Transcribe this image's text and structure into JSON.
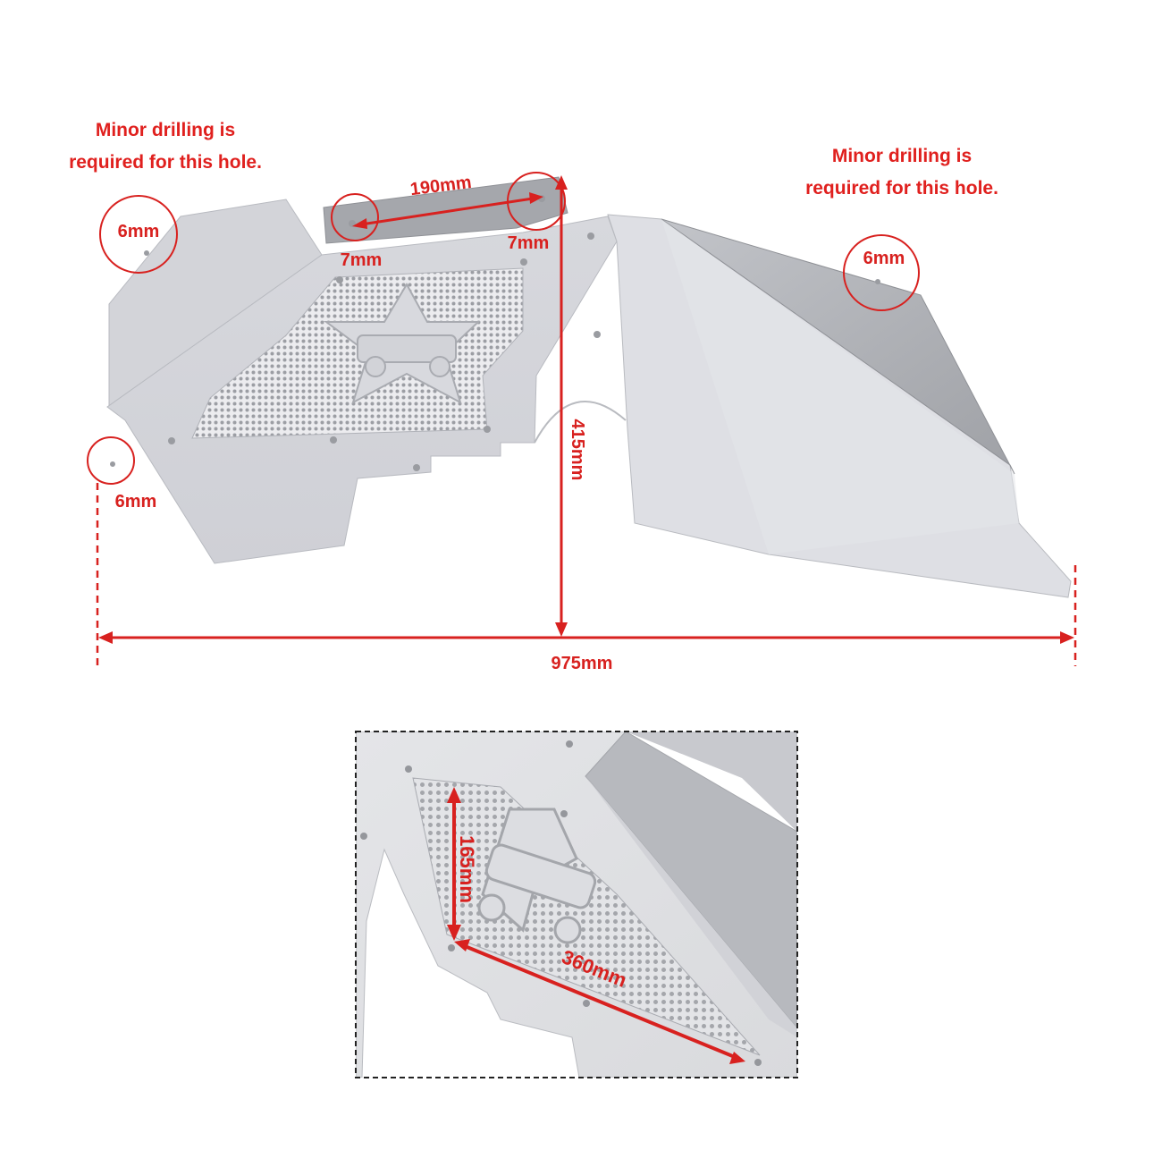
{
  "notes": {
    "left_line1": "Minor drilling is",
    "left_line2": "required for this hole.",
    "right_line1": "Minor drilling is",
    "right_line2": "required for this hole."
  },
  "dimensions": {
    "hole_top_left": "6mm",
    "hole_bottom_left": "6mm",
    "hole_right": "6mm",
    "bracket_width": "190mm",
    "bracket_hole_left": "7mm",
    "bracket_hole_right": "7mm",
    "height": "415mm",
    "width": "975mm",
    "mesh_height": "165mm",
    "mesh_length": "360mm"
  },
  "colors": {
    "annotation_red": "#e0201e",
    "panel_light": "#dfe0e5",
    "panel_mid": "#c9cbd1",
    "panel_dark": "#a7a9ae"
  }
}
